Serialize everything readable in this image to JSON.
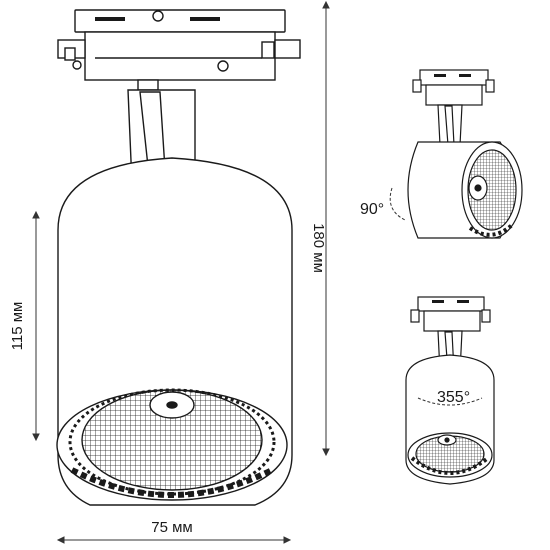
{
  "dimensions": {
    "width": "75 мм",
    "height_total": "180 мм",
    "height_body": "115 мм"
  },
  "rotation": {
    "tilt": "90°",
    "pan": "355°"
  },
  "colors": {
    "line": "#1a1a1a",
    "fill": "#ffffff",
    "dim": "#333333"
  },
  "icons": {
    "main": "track-spotlight-front-view",
    "tilted": "track-spotlight-tilted-view",
    "rotated": "track-spotlight-rotated-view"
  }
}
